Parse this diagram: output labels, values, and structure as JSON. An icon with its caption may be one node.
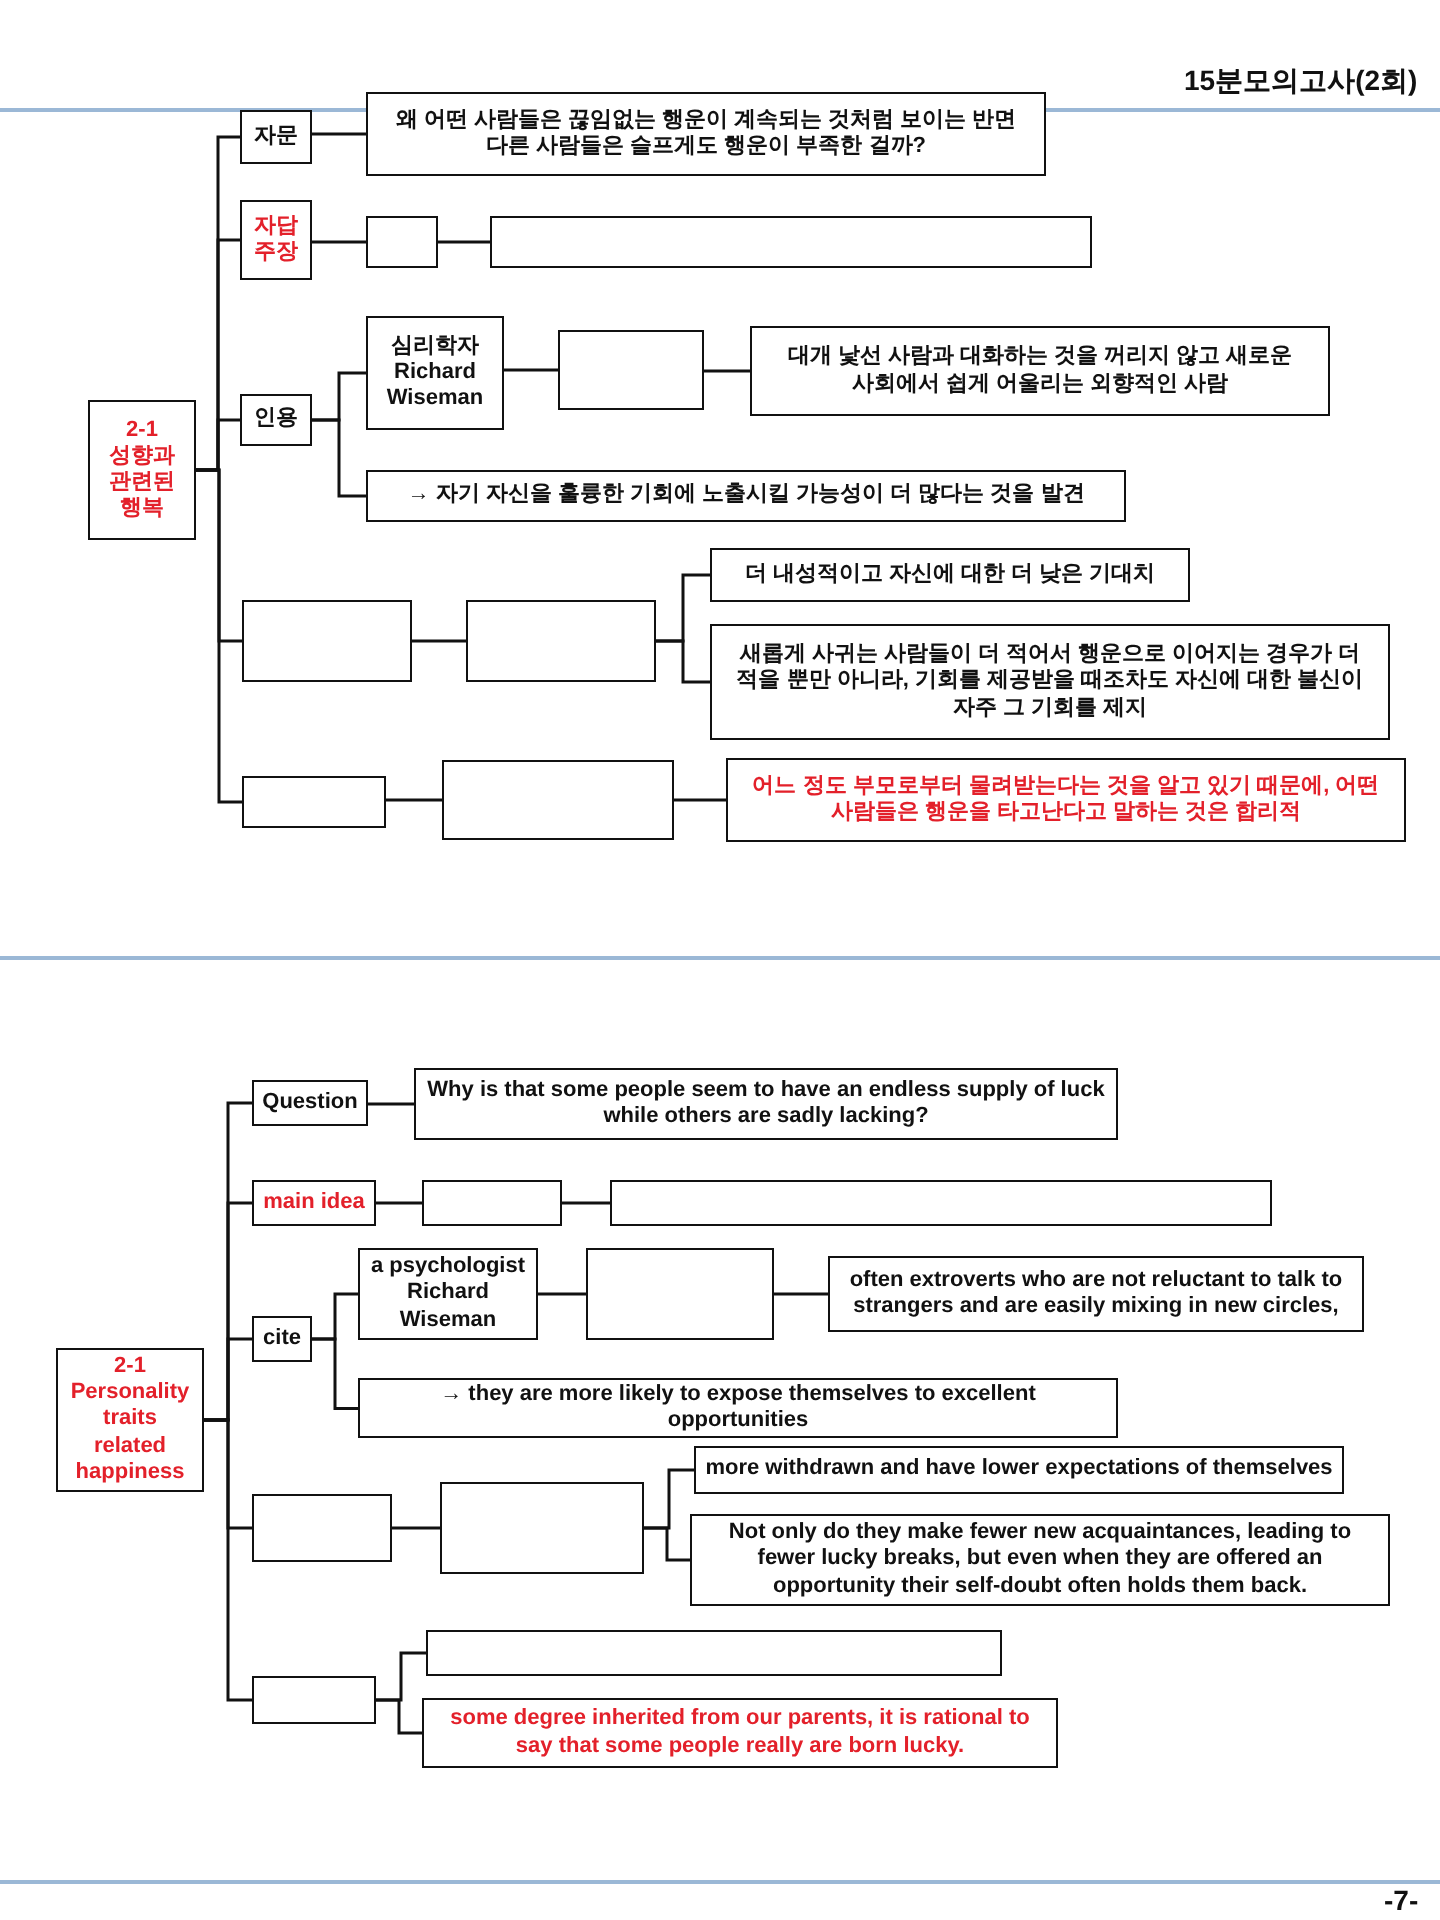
{
  "diagram": {
    "nodes": [
      {
        "text": [
          "2-1 성향과 관련된 행복"
        ]
      },
      {
        "text": [
          "자문"
        ]
      },
      {
        "text": [
          "왜 어떤 사람들은 끊임없는 행운이 계속되는 것처럼 보이는 반면 다른 사람들은 슬프게도 행운이 부족한 걸까?"
        ]
      },
      {
        "text": [
          "자답 주장"
        ]
      },
      {
        "text": [],
        "shape": "box"
      },
      {
        "text": [],
        "shape": "box"
      },
      {
        "text": [
          "인용"
        ]
      },
      {
        "text": [
          "심리학자 Richard Wiseman"
        ]
      },
      {
        "text": [],
        "shape": "box"
      },
      {
        "text": [
          "대개 낯선 사람과 대화하는 것을 꺼리지 않고 새로운 사회에서 쉽게 어울리는 외향적인 사람"
        ]
      },
      {
        "text": [
          "→ 자기 자신을 훌륭한 기회에 노출시킬 가능성이 더 많다는 것을 발견"
        ]
      },
      {
        "text": [],
        "shape": "box"
      },
      {
        "text": [],
        "shape": "box"
      },
      {
        "text": [
          "더 내성적이고 자신에 대한 더 낮은 기대치"
        ]
      },
      {
        "text": [
          "새롭게 사귀는 사람들이 더 적어서 행운으로 이어지는 경우가 더 적을 뿐만 아니라, 기회를 제공받을 때조차도 자신에 대한 불신이 자주 그 기회를 제지"
        ]
      },
      {
        "text": [],
        "shape": "box"
      },
      {
        "text": [],
        "shape": "box"
      },
      {
        "text": [
          "어느 정도 부모로부터 물려받는다는 것을 알고 있기 때문에, 어떤 사람들은 행운을 타고난다고 말하는 것은 합리적"
        ]
      },
      {
        "text": [
          "2-1 Personality traits related happiness"
        ]
      },
      {
        "text": [
          "Question"
        ]
      },
      {
        "text": [
          "Why is that some people seem to have an endless supply of luck while others are sadly lacking?"
        ]
      },
      {
        "text": [
          "main idea"
        ]
      },
      {
        "text": [],
        "shape": "box"
      },
      {
        "text": [],
        "shape": "box"
      },
      {
        "text": [
          "cite"
        ]
      },
      {
        "text": [
          "a psychologist Richard Wiseman"
        ]
      },
      {
        "text": [],
        "shape": "box"
      },
      {
        "text": [
          "often extroverts who are not reluctant to talk to strangers and are easily mixing in new circles,"
        ]
      },
      {
        "text": [
          "→ they are more likely to expose themselves to excellent opportunities"
        ]
      },
      {
        "text": [],
        "shape": "box"
      },
      {
        "text": [],
        "shape": "box"
      },
      {
        "text": [
          "more withdrawn and have lower expectations of themselves"
        ]
      },
      {
        "text": [
          "Not only do they make fewer new acquaintances, leading to fewer lucky breaks, but even when they are offered an opportunity their self-doubt often holds them back."
        ]
      },
      {
        "text": [],
        "shape": "box"
      },
      {
        "text": [],
        "shape": "box"
      },
      {
        "text": [
          "some degree inherited from our parents, it is rational to say that some people really are born lucky."
        ]
      }
    ],
    "edges": [
      {
        "from": 0,
        "to": 1,
        "arrow": "none"
      },
      {
        "from": 0,
        "to": 3,
        "arrow": "none"
      },
      {
        "from": 0,
        "to": 6,
        "arrow": "none"
      },
      {
        "from": 0,
        "to": 11,
        "arrow": "none"
      },
      {
        "from": 0,
        "to": 15,
        "arrow": "none"
      },
      {
        "from": 1,
        "to": 2,
        "arrow": "none"
      },
      {
        "from": 3,
        "to": 4,
        "arrow": "none"
      },
      {
        "from": 4,
        "to": 5,
        "arrow": "none"
      },
      {
        "from": 6,
        "to": 7,
        "arrow": "none"
      },
      {
        "from": 6,
        "to": 10,
        "arrow": "none"
      },
      {
        "from": 7,
        "to": 8,
        "arrow": "none"
      },
      {
        "from": 8,
        "to": 9,
        "arrow": "none"
      },
      {
        "from": 11,
        "to": 12,
        "arrow": "none"
      },
      {
        "from": 12,
        "to": 13,
        "arrow": "none"
      },
      {
        "from": 12,
        "to": 14,
        "arrow": "none"
      },
      {
        "from": 15,
        "to": 16,
        "arrow": "none"
      },
      {
        "from": 16,
        "to": 17,
        "arrow": "none"
      },
      {
        "from": 18,
        "to": 19,
        "arrow": "none"
      },
      {
        "from": 18,
        "to": 21,
        "arrow": "none"
      },
      {
        "from": 18,
        "to": 24,
        "arrow": "none"
      },
      {
        "from": 18,
        "to": 29,
        "arrow": "none"
      },
      {
        "from": 18,
        "to": 33,
        "arrow": "none"
      },
      {
        "from": 19,
        "to": 20,
        "arrow": "none"
      },
      {
        "from": 21,
        "to": 22,
        "arrow": "none"
      },
      {
        "from": 22,
        "to": 23,
        "arrow": "none"
      },
      {
        "from": 24,
        "to": 25,
        "arrow": "none"
      },
      {
        "from": 24,
        "to": 28,
        "arrow": "none"
      },
      {
        "from": 25,
        "to": 26,
        "arrow": "none"
      },
      {
        "from": 26,
        "to": 27,
        "arrow": "none"
      },
      {
        "from": 29,
        "to": 30,
        "arrow": "none"
      },
      {
        "from": 30,
        "to": 31,
        "arrow": "none"
      },
      {
        "from": 30,
        "to": 32,
        "arrow": "none"
      },
      {
        "from": 33,
        "to": 34,
        "arrow": "none"
      },
      {
        "from": 33,
        "to": 35,
        "arrow": "none"
      }
    ],
    "labels": [
      "15분모의고사(2회)",
      "-7-"
    ]
  }
}
